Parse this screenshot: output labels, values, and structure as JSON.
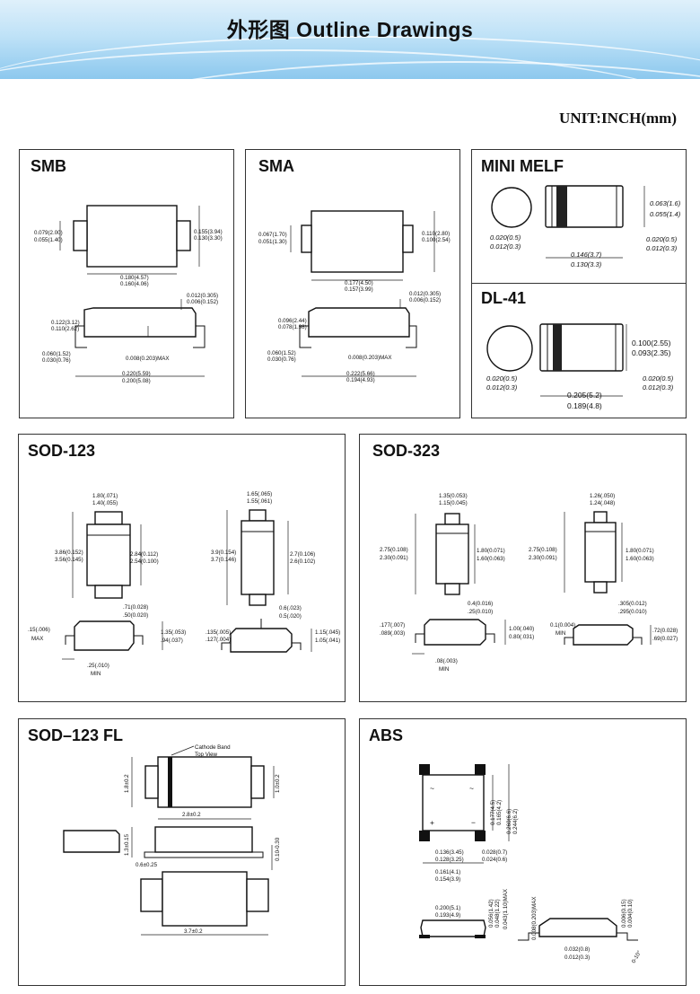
{
  "header": {
    "title": "外形图  Outline  Drawings",
    "unit": "UNIT:INCH(mm)"
  },
  "panels": {
    "smb": {
      "title": "SMB",
      "dims": [
        "0.079(2.00)",
        "0.055(1.40)",
        "0.155(3.94)",
        "0.130(3.30)",
        "0.180(4.57)",
        "0.160(4.06)",
        "0.012(0.305)",
        "0.006(0.152)",
        "0.122(3.12)",
        "0.110(2.62)",
        "0.060(1.52)",
        "0.030(0.76)",
        "0.008(0.203)MAX",
        "0.220(5.59)",
        "0.200(5.08)"
      ]
    },
    "sma": {
      "title": "SMA",
      "dims": [
        "0.067(1.70)",
        "0.051(1.30)",
        "0.110(2.80)",
        "0.100(2.54)",
        "0.177(4.50)",
        "0.157(3.99)",
        "0.012(0.305)",
        "0.006(0.152)",
        "0.096(2.44)",
        "0.078(1.98)",
        "0.060(1.52)",
        "0.030(0.76)",
        "0.008(0.203)MAX",
        "0.222(5.66)",
        "0.194(4.93)"
      ]
    },
    "minimelf": {
      "title": "MINI MELF",
      "dims": [
        "0.063(1.6)",
        "0.055(1.4)",
        "0.020(0.5)",
        "0.012(0.3)",
        "0.020(0.5)",
        "0.012(0.3)",
        "0.146(3.7)",
        "0.130(3.3)"
      ]
    },
    "dl41": {
      "title": "DL-41",
      "dims": [
        "0.100(2.55)",
        "0.093(2.35)",
        "0.020(0.5)",
        "0.012(0.3)",
        "0.020(0.5)",
        "0.012(0.3)",
        "0.205(5.2)",
        "0.189(4.8)"
      ]
    },
    "sod123": {
      "title": "SOD-123",
      "dims": [
        "1.80(.071)",
        "1.40(.055)",
        "3.86(0.152)",
        "3.56(0.145)",
        "2.84(0.112)",
        "2.54(0.100)",
        ".71(0.028)",
        ".50(0.020)",
        "1.65(.065)",
        "1.55(.061)",
        "3.9(0.154)",
        "3.7(0.146)",
        "2.7(0.106)",
        "2.6(0.102)",
        "0.6(.023)",
        "0.5(.020)",
        ".15(.006)",
        "MAX",
        "1.35(.053)",
        ".94(.037)",
        ".25(.010)",
        "MIN",
        ".135(.005)",
        ".127(.004)",
        "1.15(.045)",
        "1.05(.041)"
      ]
    },
    "sod323": {
      "title": "SOD-323",
      "dims": [
        "1.35(0.053)",
        "1.15(0.045)",
        "2.75(0.108)",
        "2.30(0.091)",
        "1.80(0.071)",
        "1.60(0.063)",
        "0.4(0.016)",
        ".25(0.010)",
        "1.26(.050)",
        "1.24(.048)",
        "2.75(0.108)",
        "2.30(0.091)",
        "1.80(0.071)",
        "1.60(0.063)",
        ".305(0.012)",
        ".295(0.010)",
        ".177(.007)",
        ".089(.003)",
        "1.00(.040)",
        "0.80(.031)",
        ".08(.003)",
        "MIN",
        "0.1(0.004)",
        "MIN",
        ".72(0.028)",
        ".69(0.027)"
      ]
    },
    "sod123fl": {
      "title": "SOD–123 FL",
      "dims": [
        "Cathode Band",
        "Top View",
        "1.8±0.2",
        "1.0±0.2",
        "2.8±0.2",
        "1.3±0.15",
        "0.10-0.30",
        "0.6±0.25",
        "3.7±0.2"
      ]
    },
    "abs": {
      "title": "ABS",
      "dims": [
        "0.177(4.5)",
        "0.165(4.2)",
        "0.260(6.6)",
        "0.244(6.2)",
        "0.136(3.45)",
        "0.128(3.25)",
        "0.028(0.7)",
        "0.024(0.6)",
        "0.161(4.1)",
        "0.154(3.9)",
        "0.200(5.1)",
        "0.193(4.9)",
        "0.056(1.42)",
        "0.048(1.22)",
        "0.043(1.10)MAX",
        "0.008(0.203)MAX",
        "0.032(0.8)",
        "0.012(0.3)",
        "0.006(0.15)",
        "0.004(0.10)",
        "0-10°"
      ]
    }
  }
}
